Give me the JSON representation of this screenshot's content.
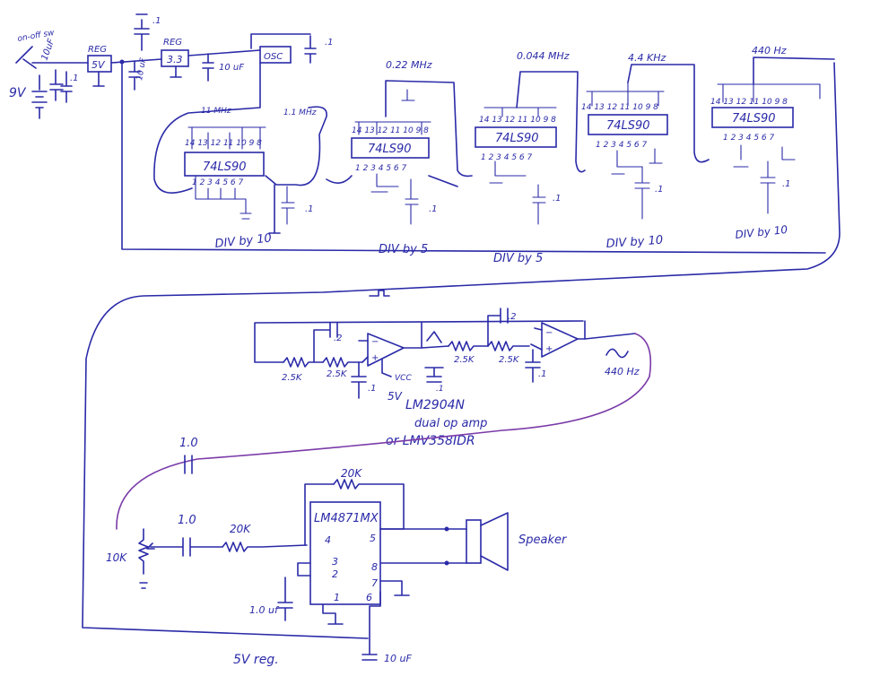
{
  "power": {
    "on_off_label": "on-off sw",
    "battery": "9V",
    "cap_in": "10uF",
    "cap_small": ".1",
    "reg5": "5V",
    "reg5_title": "REG",
    "cap_10uf": "10 uF",
    "reg33": "3.3",
    "reg33_title": "REG",
    "cap_out": "10 uF",
    "cap_top": ".1",
    "osc": "OSC",
    "cap_osc": ".1"
  },
  "dividers": {
    "freq_11mhz": "11 MHz",
    "freq_1_1mhz": "1.1 MHz",
    "freq_0_22mhz": "0.22 MHz",
    "freq_0_044mhz": "0.044 MHz",
    "freq_4_4khz": "4.4 KHz",
    "freq_440hz": "440 Hz",
    "chips": [
      {
        "name": "74LS90",
        "top_pins": "14 13 12 11 10 9 8",
        "bottom_pins": "1 2 3 4 5 6 7",
        "caption": "DIV by 10",
        "cap": ".1"
      },
      {
        "name": "74LS90",
        "top_pins": "14 13 12 11 10 9 8",
        "bottom_pins": "1 2 3 4 5 6 7",
        "caption": "DIV by 5",
        "cap": ".1"
      },
      {
        "name": "74LS90",
        "top_pins": "14 13 12 11 10 9 8",
        "bottom_pins": "1 2 3 4 5 6 7",
        "caption": "DIV by 5",
        "cap": ".1"
      },
      {
        "name": "74LS90",
        "top_pins": "14 13 12 11 10 9 8",
        "bottom_pins": "1 2 3 4 5 6 7",
        "caption": "DIV by 10",
        "cap": ".1"
      },
      {
        "name": "74LS90",
        "top_pins": "14 13 12 11 10 9 8",
        "bottom_pins": "1 2 3 4 5 6 7",
        "caption": "DIV by 10",
        "cap": ".1"
      }
    ]
  },
  "filter": {
    "r1": "2.5K",
    "r2": "2.5K",
    "c1": ".2",
    "c2": ".1",
    "r3": "2.5K",
    "r4": "2.5K",
    "c3": ".2",
    "c4": ".1",
    "vcc": "VCC",
    "supply": "5V",
    "cap_vcc": ".1",
    "output": "440 Hz",
    "ic_name": "LM2904N",
    "ic_desc": "dual op amp",
    "ic_alt": "or LMV358IDR"
  },
  "amp": {
    "c_fb": "1.0",
    "c_in": "1.0",
    "r_in": "20K",
    "r_fb": "20K",
    "pot": "10K",
    "ic": "LM4871MX",
    "pins": {
      "p4": "4",
      "p5": "5",
      "p3": "3",
      "p2": "2",
      "p8": "8",
      "p7": "7",
      "p1": "1",
      "p6": "6"
    },
    "c_bypass": "1.0 uf",
    "c_supply": "10 uF",
    "speaker": "Speaker",
    "rail": "5V reg."
  }
}
